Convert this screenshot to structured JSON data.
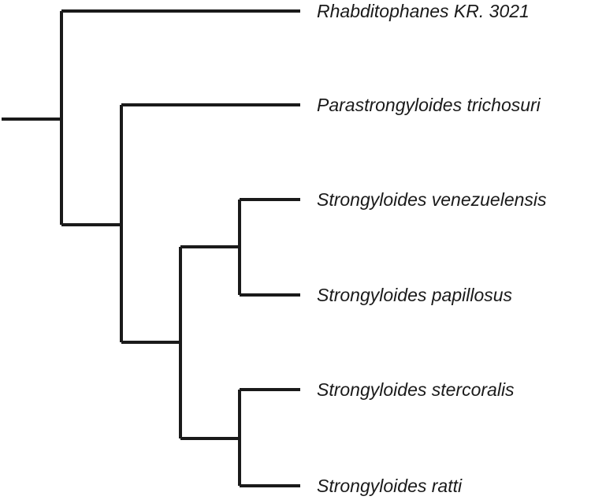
{
  "taxa": [
    "Rhabditophanes KR. 3021",
    "Parastrongyloides trichosuri",
    "Strongyloides venezuelensis",
    "Strongyloides papillosus",
    "Strongyloides stercoralis",
    "Strongyloides ratti"
  ],
  "tree": [
    [
      0
    ],
    [
      [
        1
      ],
      [
        [
          [
            2
          ],
          [
            3
          ]
        ],
        [
          [
            4
          ],
          [
            5
          ]
        ]
      ]
    ]
  ],
  "colors": {
    "branch": "#1a1a1a",
    "label": "#1a1a1a",
    "background": "#ffffff"
  }
}
